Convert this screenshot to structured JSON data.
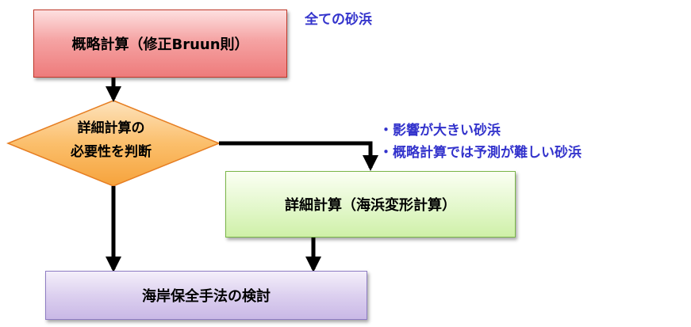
{
  "diagram": {
    "top_box": "概略計算（修正Bruun則）",
    "top_note": "全ての砂浜",
    "decision_line1": "詳細計算の",
    "decision_line2": "必要性を判断",
    "notes": [
      "・影響が大きい砂浜",
      "・概略計算では予測が難しい砂浜"
    ],
    "detail_box": "詳細計算（海浜変形計算）",
    "bottom_box": "海岸保全手法の検討"
  },
  "colors": {
    "top_fill": "#f5a3a3",
    "decision_fill": "#fbbf6c",
    "detail_fill": "#e5f8cf",
    "bottom_fill": "#dcd0ef",
    "note_text": "#3333cc"
  }
}
